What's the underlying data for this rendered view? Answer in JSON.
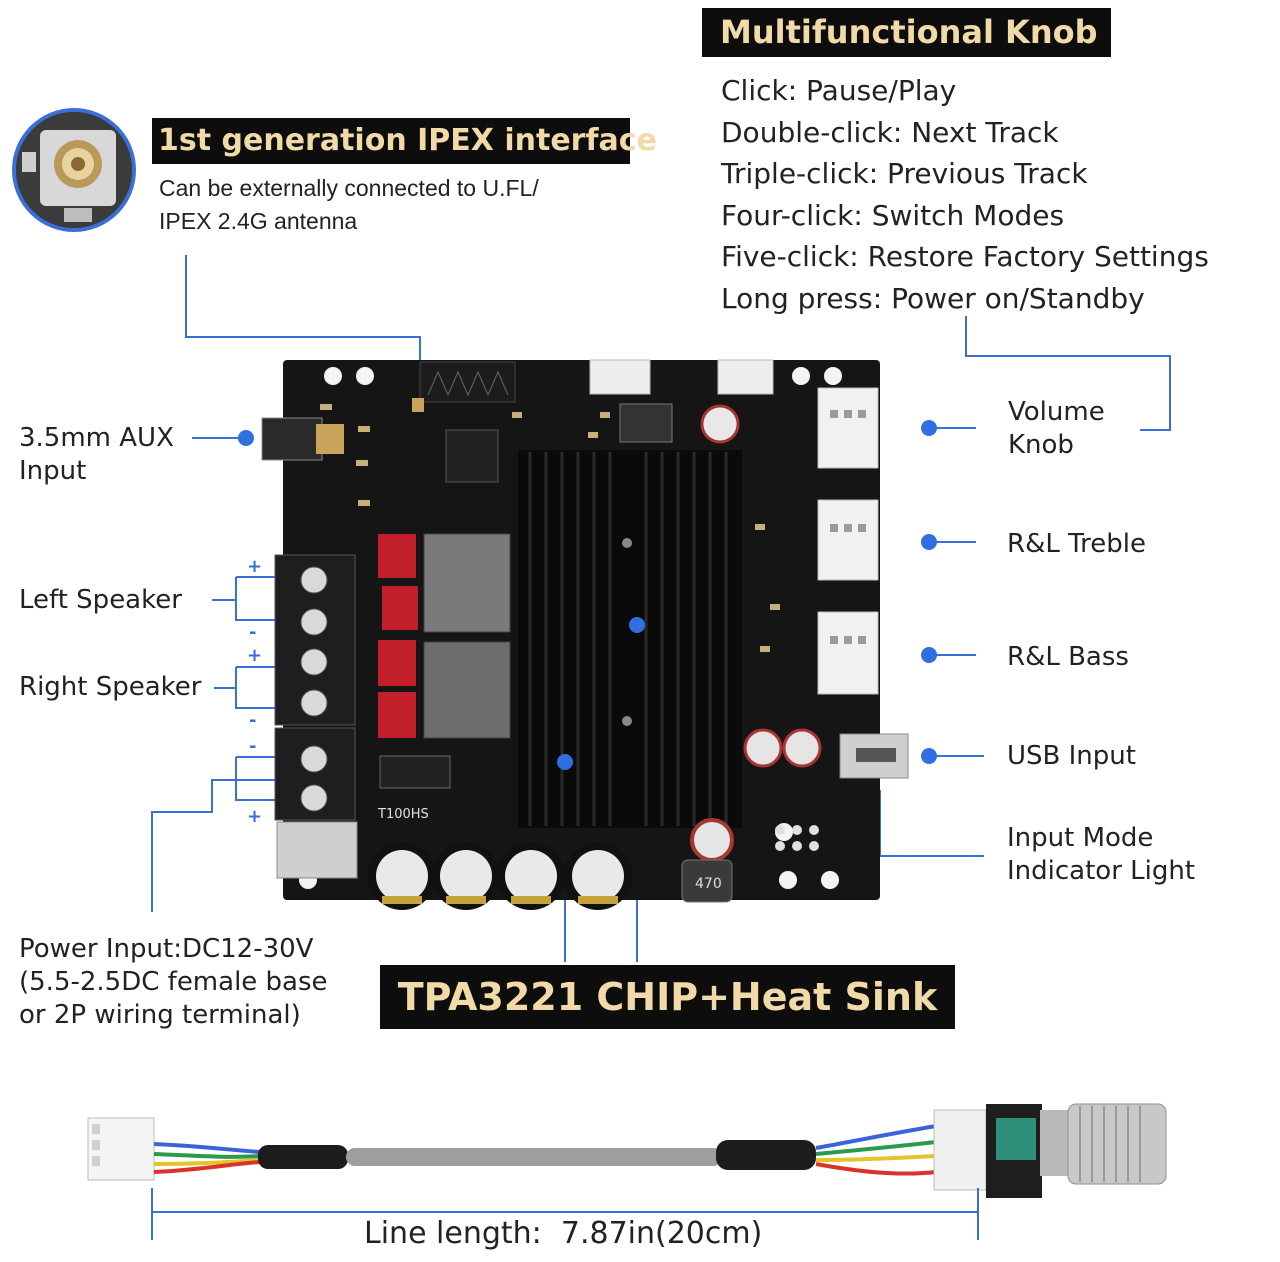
{
  "knob_box": {
    "title": "Multifunctional Knob",
    "lines": [
      "Click: Pause/Play",
      "Double-click: Next Track",
      "Triple-click: Previous Track",
      "Four-click: Switch Modes",
      "Five-click: Restore Factory Settings",
      "Long press: Power on/Standby"
    ]
  },
  "ipex": {
    "title": "1st generation IPEX interface",
    "desc_line1": "Can be externally connected to U.FL/",
    "desc_line2": "IPEX 2.4G antenna"
  },
  "left_labels": {
    "aux_line1": "3.5mm AUX",
    "aux_line2": "Input",
    "left_speaker": "Left Speaker",
    "right_speaker": "Right Speaker",
    "power_line1": "Power Input:DC12-30V",
    "power_line2": "(5.5-2.5DC female base",
    "power_line3": "or 2P wiring terminal)"
  },
  "right_labels": {
    "volume_line1": "Volume",
    "volume_line2": "Knob",
    "treble": "R&L Treble",
    "bass": "R&L Bass",
    "usb": "USB Input",
    "indicator_line1": "Input Mode",
    "indicator_line2": "Indicator Light"
  },
  "chip_banner": "TPA3221 CHIP+Heat Sink",
  "cable_length": "Line length:  7.87in(20cm)",
  "board_marks": {
    "polarity": [
      "+",
      "-",
      "+",
      "-",
      "-",
      "+"
    ],
    "fuse_label": "T100HS",
    "inductor_label": "470"
  },
  "colors": {
    "accent_blue": "#2f6fe0",
    "banner_bg": "#0d0d0d",
    "banner_text": "#f1d9a8",
    "board": "#151515"
  }
}
